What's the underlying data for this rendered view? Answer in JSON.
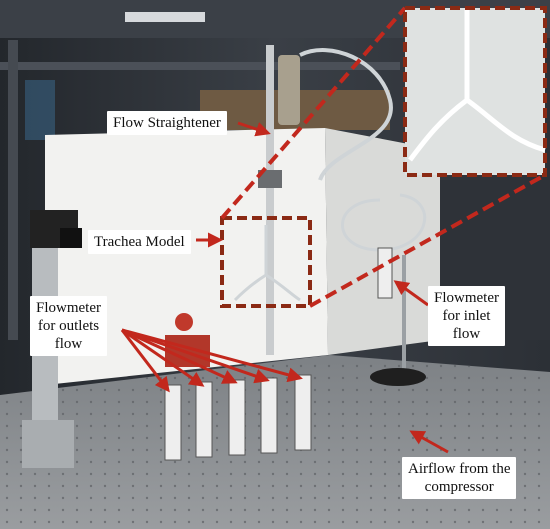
{
  "photo": {
    "subject": "trachea-flow-experiment-setup",
    "labels": {
      "flow_straightener": "Flow Straightener",
      "trachea_model": "Trachea Model",
      "flowmeter_outlets": [
        "Flowmeter",
        "for outlets",
        "flow"
      ],
      "flowmeter_inlet": [
        "Flowmeter",
        "for inlet",
        "flow"
      ],
      "airflow_source": [
        "Airflow from the",
        "compressor"
      ]
    },
    "colors": {
      "annotation_red": "#c2281d",
      "highlight_box": "#8b2a14",
      "table_gray": "#8c8f92",
      "panel_white": "#f2f2f0",
      "background_dark": "#2a2e33"
    }
  }
}
